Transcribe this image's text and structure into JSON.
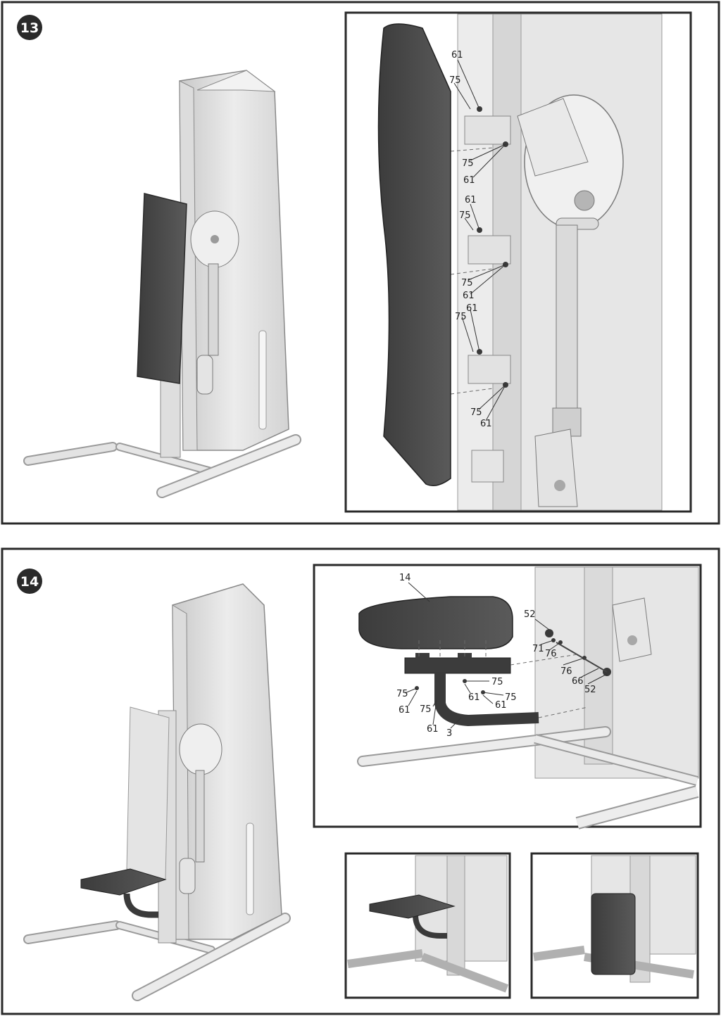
{
  "steps": [
    {
      "number": "13",
      "labels": [
        "61",
        "75",
        "75",
        "61",
        "61",
        "75",
        "75",
        "61",
        "61",
        "75",
        "75",
        "61"
      ]
    },
    {
      "number": "14",
      "labels": [
        "14",
        "52",
        "71",
        "76",
        "76",
        "66",
        "52",
        "75",
        "75",
        "61",
        "75",
        "61",
        "75",
        "61",
        "61",
        "3"
      ]
    }
  ],
  "colors": {
    "frame": "#2a2a2a",
    "body_light": "#e8e8e8",
    "body_mid": "#cfcfcf",
    "pad_dark": "#4a4a4a",
    "line": "#6a6a6a"
  }
}
